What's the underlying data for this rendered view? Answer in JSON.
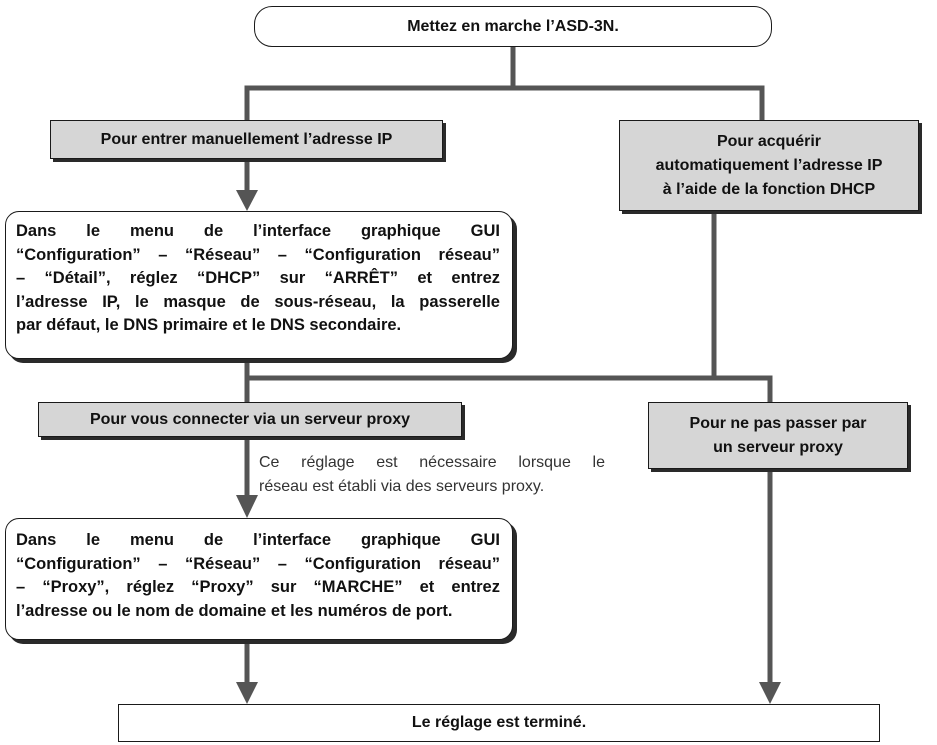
{
  "nodes": {
    "start": "Mettez en marche l’ASD-3N.",
    "manual_ip": "Pour entrer manuellement l’adresse IP",
    "dhcp": [
      "Pour acquérir",
      "automatiquement l’adresse IP",
      "à l’aide de la fonction DHCP"
    ],
    "gui_network": [
      "Dans le menu de l’interface graphique GUI",
      "“Configuration” – “Réseau” – “Configuration réseau”",
      "– “Détail”, réglez “DHCP” sur “ARRÊT” et entrez",
      "l’adresse IP, le masque de sous-réseau, la passerelle",
      "par défaut, le DNS primaire et le DNS secondaire."
    ],
    "proxy": "Pour vous connecter via un serveur proxy",
    "no_proxy": [
      "Pour ne pas passer par",
      "un serveur proxy"
    ],
    "gui_proxy": [
      "Dans le menu de l’interface graphique GUI",
      "“Configuration” – “Réseau” – “Configuration réseau”",
      "– “Proxy”, réglez “Proxy” sur “MARCHE” et entrez",
      "l’adresse ou le nom de domaine et les numéros de port."
    ],
    "end": "Le réglage est terminé."
  },
  "note": [
    "Ce réglage est nécessaire lorsque le",
    "réseau est établi via des serveurs proxy."
  ]
}
